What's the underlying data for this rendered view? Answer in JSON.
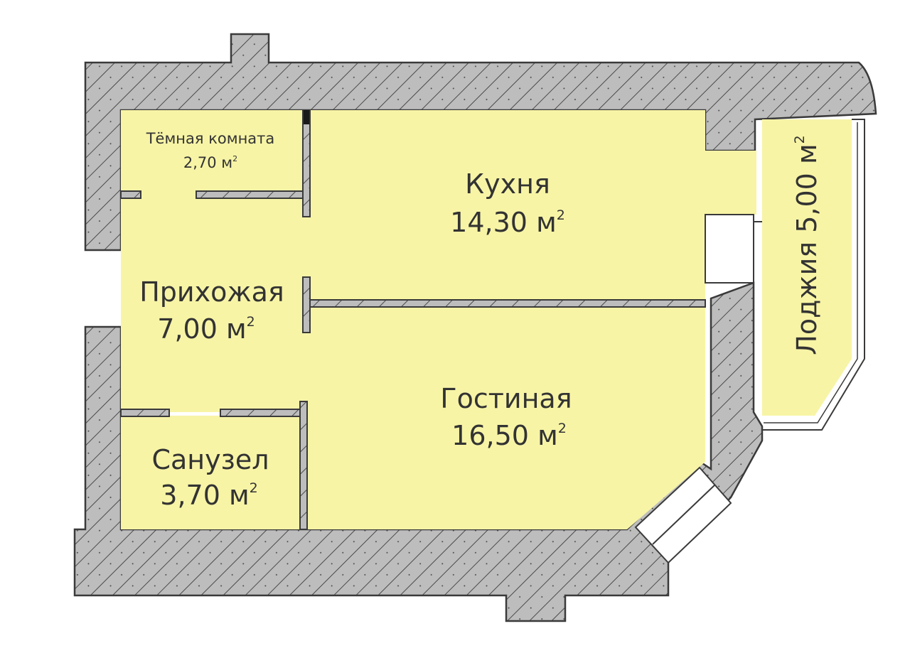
{
  "plan": {
    "area_unit": "м",
    "area_exponent": "2",
    "rooms": {
      "dark_room": {
        "name": "Тёмная комната",
        "area": "2,70"
      },
      "kitchen": {
        "name": "Кухня",
        "area": "14,30"
      },
      "hallway": {
        "name": "Прихожая",
        "area": "7,00"
      },
      "living": {
        "name": "Гостиная",
        "area": "16,50"
      },
      "bathroom": {
        "name": "Санузел",
        "area": "3,70"
      },
      "loggia": {
        "name": "Лоджия",
        "area": "5,00"
      }
    },
    "colors": {
      "room_fill": "#f7f4a6",
      "wall_fill": "#bdbdbd",
      "hatch_line": "#4a4a4a",
      "label_text": "#333333"
    }
  }
}
